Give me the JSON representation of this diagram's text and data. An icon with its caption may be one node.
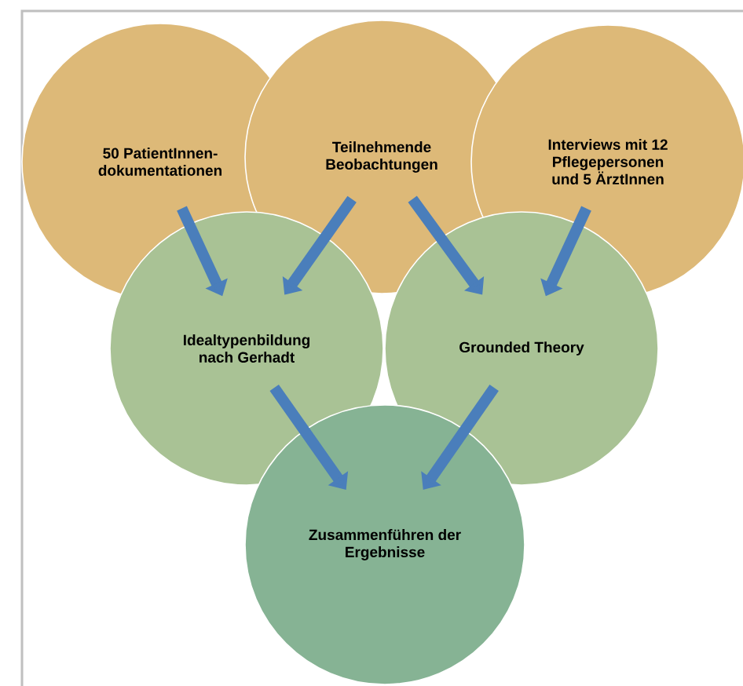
{
  "diagram": {
    "nodes": [
      {
        "text": [
          "50 PatientInnen- dokumentationen"
        ]
      },
      {
        "text": [
          "Teilnehmende Beobachtungen"
        ]
      },
      {
        "text": [
          "Interviews mit 12 Pflegepersonen und 5 ÄrztInnen"
        ]
      },
      {
        "text": [
          "Idealtypenbildung nach Gerhadt"
        ]
      },
      {
        "text": [
          "Grounded Theory"
        ]
      },
      {
        "text": [
          "Zusammenführen der Ergebnisse"
        ]
      }
    ],
    "edges": [
      {
        "from": 0,
        "to": 3,
        "arrow": "to"
      },
      {
        "from": 1,
        "to": 3,
        "arrow": "to"
      },
      {
        "from": 1,
        "to": 4,
        "arrow": "to"
      },
      {
        "from": 2,
        "to": 4,
        "arrow": "to"
      },
      {
        "from": 3,
        "to": 5,
        "arrow": "to"
      },
      {
        "from": 4,
        "to": 5,
        "arrow": "to"
      }
    ]
  }
}
